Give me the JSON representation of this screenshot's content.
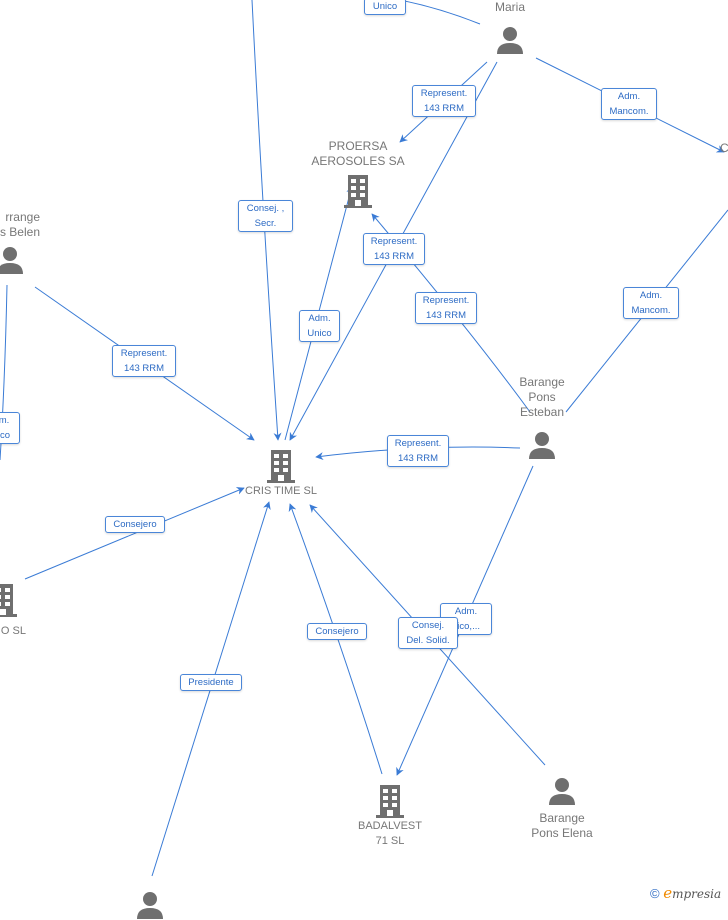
{
  "colors": {
    "edge": "#3a7bd5",
    "node_icon": "#6f6f6f",
    "label_text": "#2d6bc4",
    "node_text": "#777777"
  },
  "nodes": {
    "maria": {
      "label": "Maria",
      "type": "person"
    },
    "c_right": {
      "label": "C",
      "type": "company-partial"
    },
    "proersa": {
      "label_line1": "PROERSA",
      "label_line2": "AEROSOLES SA",
      "type": "company"
    },
    "belen": {
      "label_line1": "rrange",
      "label_line2": "s Belen",
      "type": "person"
    },
    "cris_time": {
      "label": "CRIS TIME  SL",
      "type": "company"
    },
    "esteban": {
      "label_line1": "Barange",
      "label_line2": "Pons",
      "label_line3": "Esteban",
      "type": "person"
    },
    "o_sl": {
      "label": "O  SL",
      "type": "company"
    },
    "badalvest": {
      "label_line1": "BADALVEST",
      "label_line2": "71  SL",
      "type": "company"
    },
    "elena": {
      "label_line1": "Barange",
      "label_line2": "Pons Elena",
      "type": "person"
    },
    "bottom_person": {
      "label": "",
      "type": "person"
    }
  },
  "edge_labels": {
    "unico_top": {
      "l1": "Unico"
    },
    "rep_maria_proersa": {
      "l1": "Represent.",
      "l2": "143 RRM"
    },
    "adm_mancom_top": {
      "l1": "Adm.",
      "l2": "Mancom."
    },
    "consej_secr": {
      "l1": "Consej. ,",
      "l2": "Secr."
    },
    "rep_maria_cris": {
      "l1": "Represent.",
      "l2": "143 RRM"
    },
    "adm_unico_proersa": {
      "l1": "Adm.",
      "l2": "Unico"
    },
    "rep_esteban_proersa": {
      "l1": "Represent.",
      "l2": "143 RRM"
    },
    "adm_mancom_right": {
      "l1": "Adm.",
      "l2": "Mancom."
    },
    "rep_belen_cris": {
      "l1": "Represent.",
      "l2": "143 RRM"
    },
    "adm_unico_left": {
      "l1": "m.",
      "l2": "ico"
    },
    "rep_esteban_cris": {
      "l1": "Represent.",
      "l2": "143 RRM"
    },
    "consejero_left": {
      "l1": "Consejero"
    },
    "adm_unico_esteban": {
      "l1": "Adm.",
      "l2": "nico,..."
    },
    "consej_del_solid": {
      "l1": "Consej.",
      "l2": "Del. Solid."
    },
    "consejero_badalvest": {
      "l1": "Consejero"
    },
    "presidente": {
      "l1": "Presidente"
    }
  },
  "footer": {
    "copyright": "©",
    "brand_first": "e",
    "brand_rest": "mpresia"
  }
}
